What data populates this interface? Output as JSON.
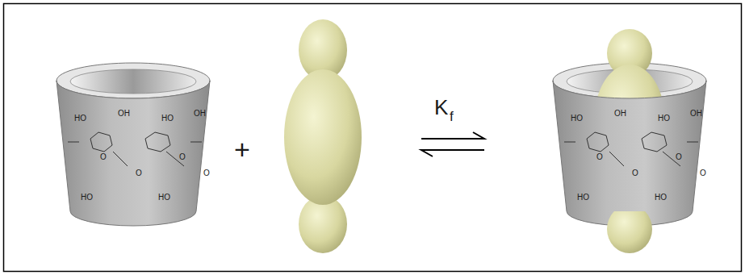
{
  "diagram": {
    "labels": [
      "+",
      "K",
      "f",
      "HO",
      "OH",
      "HO",
      "OH",
      "O",
      "O",
      "O",
      "O",
      "HO",
      "HO",
      "HO",
      "OH",
      "HO",
      "OH",
      "O",
      "O",
      "O",
      "O",
      "HO",
      "HO"
    ]
  }
}
